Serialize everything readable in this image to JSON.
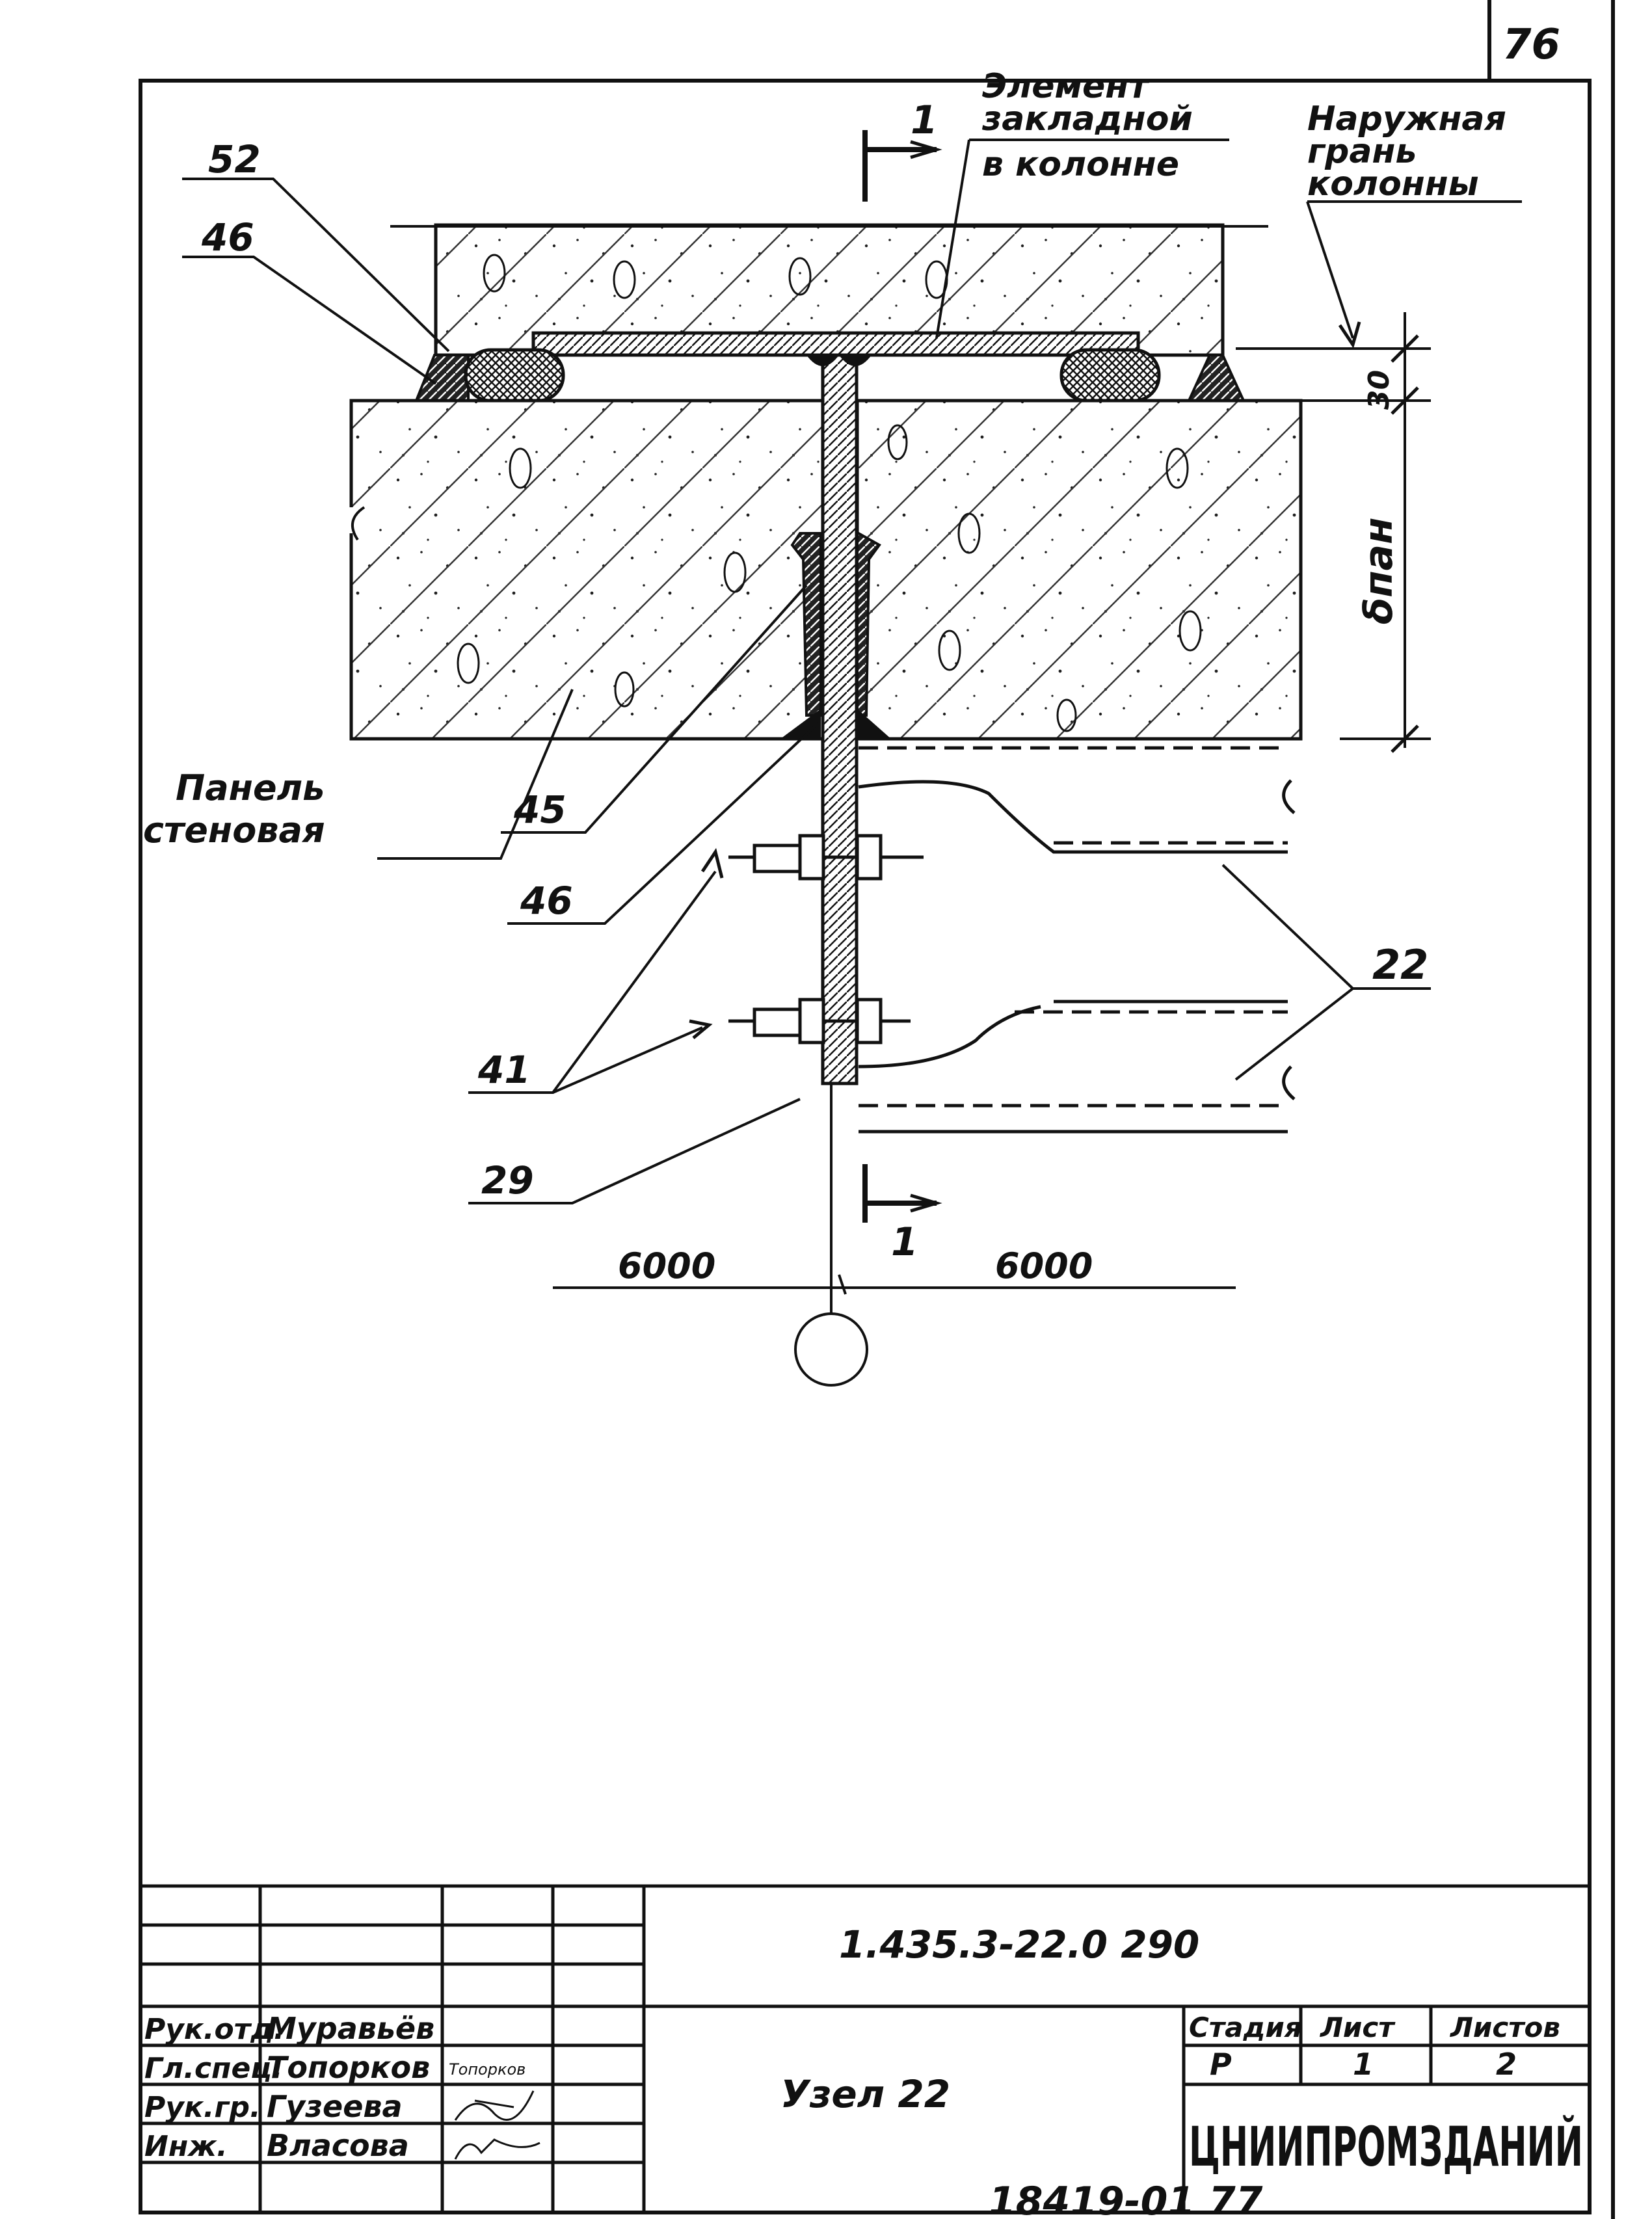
{
  "sheet": {
    "page_number": "76"
  },
  "labels": {
    "embedded_element": [
      "Элемент",
      "закладной",
      "в колонне"
    ],
    "outer_edge": [
      "Наружная",
      "грань",
      "колонны"
    ],
    "wall_panel": [
      "Панель",
      "стеновая"
    ],
    "section_mark": "1",
    "dim_30": "30",
    "dim_panel": "δпан",
    "axis_span_left": "6000",
    "axis_span_right": "6000"
  },
  "callouts": {
    "c52": "52",
    "c46_top": "46",
    "c45": "45",
    "c46_bottom": "46",
    "c41": "41",
    "c29": "29",
    "c22": "22"
  },
  "title_block": {
    "code": "1.435.3-22.0 290",
    "title": "Узел 22",
    "roles": [
      "Рук.отд.",
      "Гл.спец.",
      "Рук.гр.",
      "Инж."
    ],
    "names": [
      "Муравьёв",
      "Топорков",
      "Гузеева",
      "Власова"
    ],
    "signature_note": "Топорков",
    "stage_label": "Стадия",
    "sheet_label": "Лист",
    "sheets_label": "Листов",
    "stage": "Р",
    "sheet": "1",
    "sheets": "2",
    "organization": "ЦНИИПРОМЗДАНИЙ"
  },
  "footer": {
    "archive_number": "18419-01 77"
  },
  "colors": {
    "ink": "#111111",
    "hatch": "#333333",
    "paper": "#ffffff"
  }
}
